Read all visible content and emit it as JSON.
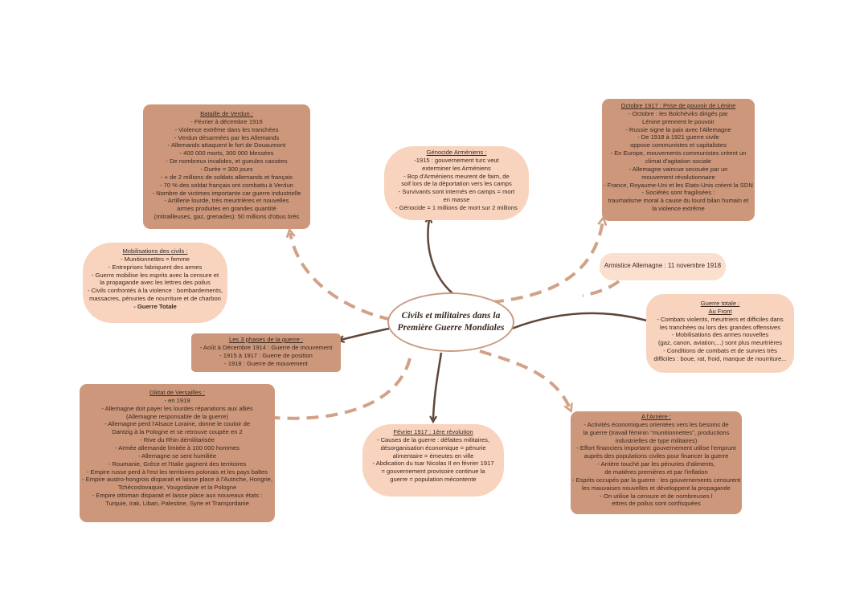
{
  "center_title": [
    "Civils et militaires dans la",
    "Première Guerre Mondiales"
  ],
  "nodes": {
    "verdun": {
      "title": "Bataille de Verdun :",
      "lines": [
        "- Février à décembre 1916",
        "- Violence extrême dans les tranchées",
        "- Verdun désarmées par les Allemands",
        "- Allemands attaquent le fort de Douaumont",
        "- 400 000 morts, 300 000 blessées",
        "- De nombreux invalides, et gueules cassées",
        "- Durée = 300 jours",
        "- + de 2 millions de soldats allemands et français",
        "- 70 % des soldat français ont combattu à Verdun",
        "- Nombre de victimes importante car guerre industrielle",
        "- Artillerie lourde, très meurtrières et nouvelles",
        "armes produites en grandes quantité",
        "(mitrailleuses, gaz, grenades): 50 millions d'obus tirés"
      ]
    },
    "genocide": {
      "title": "Génocide Arméniens :",
      "lines": [
        "-1915 : gouvernement turc veut",
        "exterminer les Arméniens",
        "- Bcp d'Arméniens meurent de faim, de",
        "soif lors de la déportation vers les camps",
        "- Survivants sont internés en camps = mort",
        "en masse",
        "- Génocide = 1 millions de mort sur 2 millions"
      ]
    },
    "octobre": {
      "title": "Octobre 1917 : Prise de pouvoir de Lénine",
      "lines": [
        "- Octobre : les Bolchéviks dirigés par",
        "Lénine prennent le pouvoir",
        "- Russie signe la paix avec l'Allemagne",
        "- De 1918 à 1921 guerre civile",
        "oppose communistes et capitalistes",
        "- En Europe, mouvements communistes créent un",
        "climat d'agitation sociale",
        "- Allemagne vaincue secouée par un",
        "mouvement révolutionnaire",
        "- France, Royaume-Uni et les Etats-Unis créent la SDN",
        "- Sociétés sont fragilisées :",
        "traumatisme moral à cause du lourd bilan humain et",
        "la violence extrême"
      ]
    },
    "mobilisations": {
      "title": "Mobilisations des civils :",
      "lines": [
        "- Munitionnettes = femme",
        "- Entreprises fabriquent des armes",
        "- Guerre mobilise les esprits avec la censure et",
        "la propagande avec les lettres des poilus",
        "- Civils confrontés à la violence : bombardements,",
        "massacres, pénuries de nourriture et de charbon"
      ],
      "last": "- Guerre Totale"
    },
    "armistice": {
      "text": "Armistice Allemagne : 11 novembre 1918"
    },
    "phases": {
      "title": "Les 3 phases de la guerre :",
      "lines": [
        "- Août à Décembre 1914 : Guerre de mouvement",
        "- 1915 à 1917 : Guerre de position",
        "- 1918 : Guerre de mouvement"
      ]
    },
    "guerre_totale": {
      "title": "Guerre totale :",
      "subtitle": "Au Front",
      "lines": [
        "- Combats violents, meurtriers et difficiles dans",
        "les tranchées ou lors des grandes offensives",
        "- Mobilisations des armes nouvelles",
        "(gaz, canon, aviation,...) sont plus meurtrières",
        "- Conditions de combats et de survies très",
        "difficiles : boue, rat, froid, manque de nourriture..."
      ]
    },
    "versailles": {
      "title": "Diktat de Versailles :",
      "lines": [
        "- en 1919",
        "- Allemagne doit payer les lourdes réparations aux alliés",
        "(Allemagne responsable de la guerre)",
        "- Allemagne perd l'Alsace Loraine, donne le couloir de",
        "Dantzig à la Pologne et se retrouve coupée en 2",
        "- Rive du Rhin démilitarisée",
        "- Armée allemande limitée à 100 000 hommes",
        "- Allemagne se sent humiliée",
        "- Roumanie, Grèce et l'Italie gagnent des territoires",
        "- Empire russe perd à l'est les territoires polonais et les pays baltes",
        "- Empire austro-hongrois disparait et laisse place à l'Autriche, Hongrie,",
        "Tchécoslovaquie, Yougoslavie et la Pologne",
        "- Empire ottoman disparait et laisse place aux nouveaux états :",
        "Turquie, Irak, Liban, Palestine, Syrie et Transjordanie"
      ]
    },
    "fevrier": {
      "title": "Février 1917 : 1ère révolution",
      "lines": [
        "- Causes de la guerre : défaites militaires,",
        "désorganisation économique = pénurie",
        "alimentaire = émeutes en ville",
        "- Abdication du tsar Nicolas II en février 1917",
        "= gouvernement provisoire continue la",
        "guerre = population mécontente"
      ]
    },
    "arriere": {
      "title": "A l'Arrière :",
      "lines": [
        "- Activités économiques orientées vers les besoins de",
        "la guerre (travail féminin \"munitionnettes\", productions",
        "industrielles de type militaires)",
        "- Effort financiers important: gouvernement utilise l'emprunt",
        "auprès des populations civiles pour financer la guerre",
        "- Arrière touché par les pénuries d'aliments,",
        "de matières premières et par l'inflation",
        "- Esprits occupés par la guerre : les gouvernements censurent",
        "les mauvaises nouvelles et développent la propagande",
        "- On utilise la censure et de nombreuses l",
        "ettres de poilus sont confisquées"
      ]
    }
  },
  "colors": {
    "dark_box": "#cc977a",
    "light_box": "#f8d3bd",
    "arrow_solid": "#5e4638",
    "arrow_dashed": "#d2a187",
    "center_border": "#c89a82"
  }
}
